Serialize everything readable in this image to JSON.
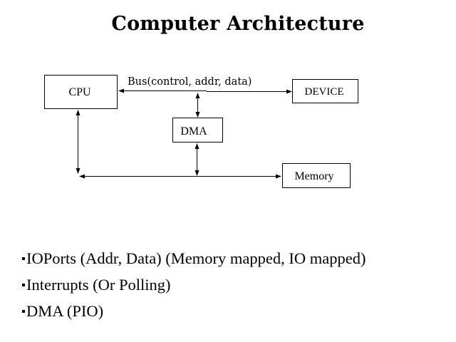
{
  "slide": {
    "title": "Computer Architecture"
  },
  "diagram": {
    "nodes": {
      "cpu": "CPU",
      "device": "DEVICE",
      "dma": "DMA",
      "memory": "Memory"
    },
    "bus_label": "Bus(control, addr, data)",
    "connections": [
      {
        "from": "device",
        "to": "cpu",
        "label": "Bus(control, addr, data)",
        "direction": "bidirectional"
      },
      {
        "from": "bus",
        "to": "dma",
        "direction": "bidirectional"
      },
      {
        "from": "dma",
        "to": "memory-line",
        "direction": "bidirectional"
      },
      {
        "from": "cpu",
        "to": "memory-line",
        "direction": "bidirectional"
      },
      {
        "from": "memory-line",
        "to": "memory",
        "direction": "bidirectional"
      }
    ]
  },
  "bullets": [
    {
      "text": "IOPorts (Addr, Data) (Memory mapped, IO mapped)"
    },
    {
      "text": "Interrupts (Or Polling)"
    },
    {
      "text": "DMA (PIO)"
    }
  ]
}
